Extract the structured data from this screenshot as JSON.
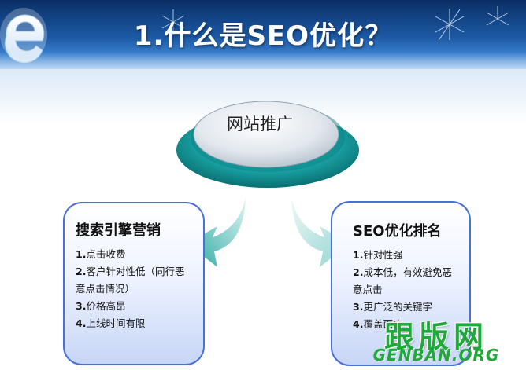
{
  "header": {
    "title": "1.什么是SEO优化？",
    "logo_icon": "e-logo-icon"
  },
  "center": {
    "label": "网站推广"
  },
  "left_box": {
    "title": "搜索引擎营销",
    "items": [
      {
        "num": "1.",
        "text": "点击收费"
      },
      {
        "num": "2.",
        "text": "客户针对性低（同行恶意点击情况）"
      },
      {
        "num": "3.",
        "text": "价格高昂"
      },
      {
        "num": "4.",
        "text": "上线时间有限"
      }
    ]
  },
  "right_box": {
    "title": "SEO优化排名",
    "items": [
      {
        "num": "1.",
        "text": "针对性强"
      },
      {
        "num": "2.",
        "text": "成本低，有效避免恶意点击"
      },
      {
        "num": "3.",
        "text": "更广泛的关键字"
      },
      {
        "num": "4.",
        "text": "覆盖面广"
      }
    ]
  },
  "watermark": {
    "cn": "跟版网",
    "en": "GENBAN.ORG"
  },
  "colors": {
    "banner_dark": "#0a2f66",
    "banner_light": "#3c82cf",
    "box_border": "#4a6fd6",
    "disc_teal": "#1aa7a8",
    "arrow_teal": "#2aa7a0",
    "watermark_green": "#21a83a"
  }
}
